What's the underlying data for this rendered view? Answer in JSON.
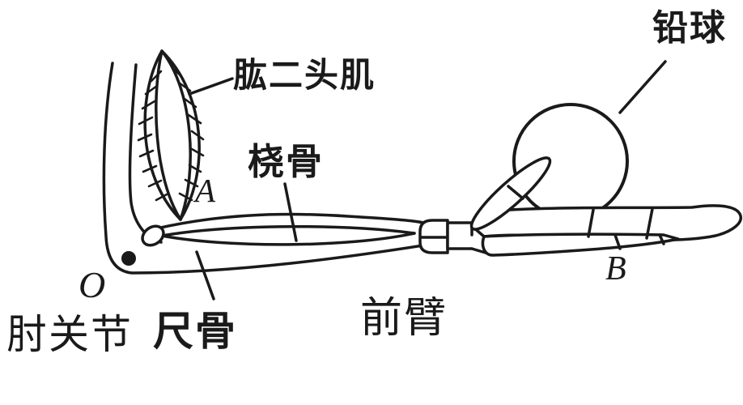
{
  "figure": {
    "description_labels": {
      "biceps": "肱二头肌",
      "radius_bone": "桡骨",
      "shot_put": "铅球",
      "ulna_bone": "尺骨",
      "elbow_joint": "肘关节",
      "forearm": "前臂",
      "point_o": "O",
      "point_a": "A",
      "point_b": "B"
    },
    "colors": {
      "ink": "#1a1a1a",
      "background": "#ffffff"
    }
  }
}
